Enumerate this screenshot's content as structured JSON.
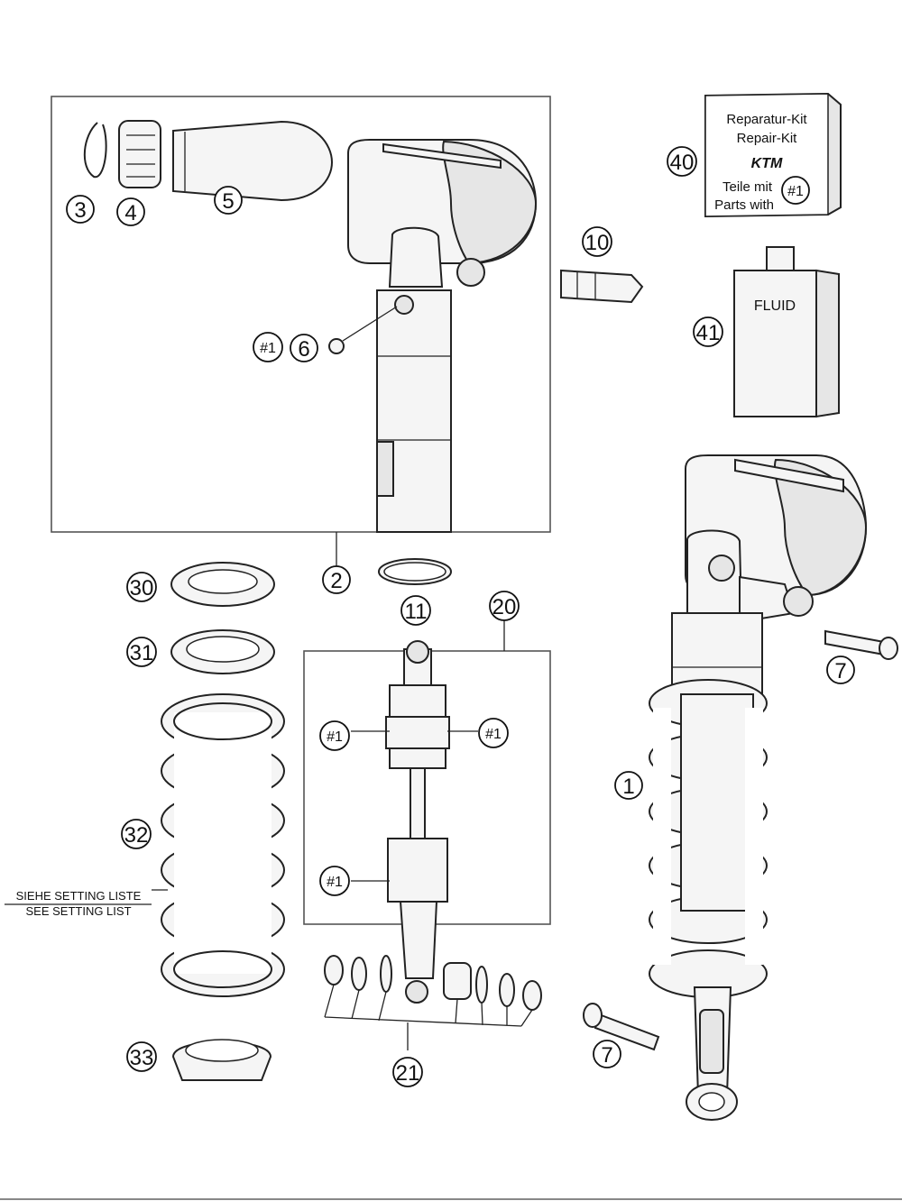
{
  "callouts": {
    "c1": "1",
    "c2": "2",
    "c3": "3",
    "c4": "4",
    "c5": "5",
    "c6": "6",
    "c7a": "7",
    "c7b": "7",
    "c10": "10",
    "c11": "11",
    "c20": "20",
    "c21": "21",
    "c30": "30",
    "c31": "31",
    "c32": "32",
    "c33": "33",
    "c40": "40",
    "c41": "41",
    "h6": "#1",
    "hk": "#1",
    "hp1": "#1",
    "hp2": "#1",
    "hp3": "#1"
  },
  "repair_kit": {
    "line1": "Reparatur-Kit",
    "line2": "Repair-Kit",
    "line3": "Teile mit",
    "line4": "Parts with",
    "logo": "KTM"
  },
  "fluid_label": "FLUID",
  "setting_note": {
    "line1": "SIEHE SETTING LISTE",
    "line2": "SEE SETTING LIST"
  }
}
